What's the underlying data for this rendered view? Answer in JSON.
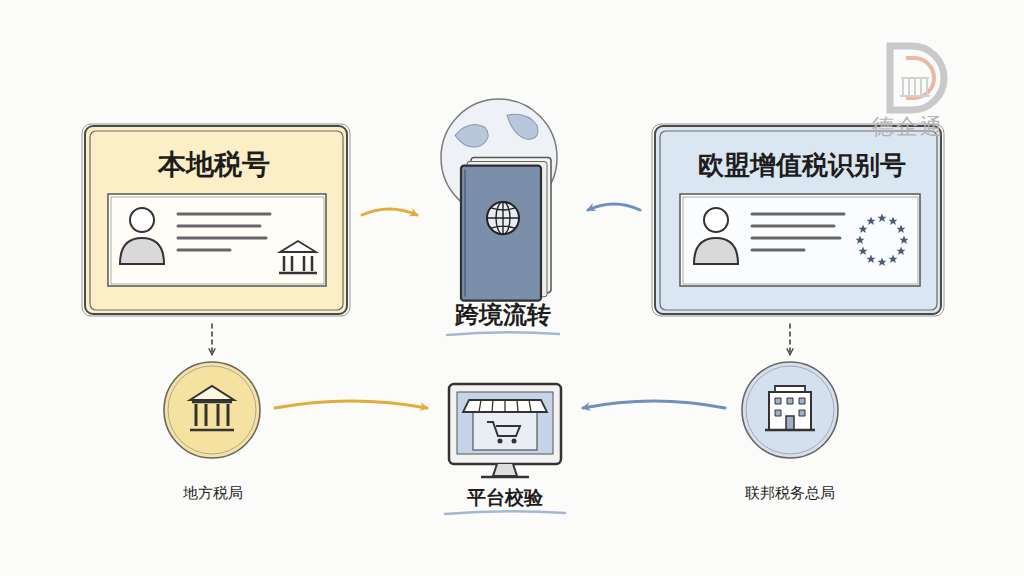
{
  "diagram": {
    "nodes": [
      {
        "text": [
          "本地税号"
        ]
      },
      {
        "text": [
          "跨境流转"
        ]
      },
      {
        "text": [
          "欧盟增值税识别号"
        ]
      },
      {
        "text": [
          "地方税局"
        ]
      },
      {
        "text": [
          "平台校验"
        ]
      },
      {
        "text": [
          "联邦税务总局"
        ]
      }
    ],
    "edges": [
      {
        "from": 0,
        "to": 1,
        "arrow": "to"
      },
      {
        "from": 2,
        "to": 1,
        "arrow": "to"
      },
      {
        "from": 0,
        "to": 3,
        "arrow": "to"
      },
      {
        "from": 2,
        "to": 5,
        "arrow": "to"
      },
      {
        "from": 3,
        "to": 4,
        "arrow": "to"
      },
      {
        "from": 5,
        "to": 4,
        "arrow": "to"
      }
    ],
    "labels": [
      "德企通"
    ]
  }
}
